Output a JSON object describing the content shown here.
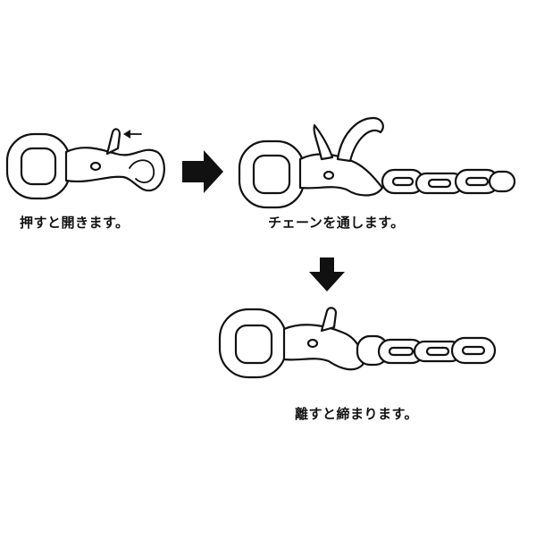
{
  "steps": [
    {
      "caption": "押すと開きます。"
    },
    {
      "caption": "チェーンを通します。"
    },
    {
      "caption": "離すと締まります。"
    }
  ],
  "icons": {
    "step_arrow": "arrow-right-icon",
    "step_arrow_down": "arrow-down-icon",
    "press_direction": "press-arrow-icon"
  },
  "colors": {
    "line": "#111111",
    "background": "#ffffff"
  }
}
